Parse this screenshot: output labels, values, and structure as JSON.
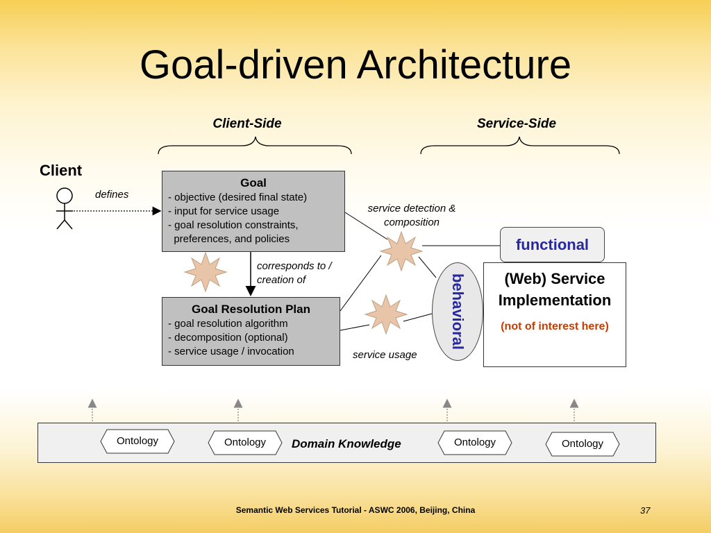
{
  "title": "Goal-driven Architecture",
  "client_side_label": "Client-Side",
  "service_side_label": "Service-Side",
  "client_label": "Client",
  "defines_label": "defines",
  "goal_box": {
    "heading": "Goal",
    "lines": [
      "- objective (desired final state)",
      "- input for service usage",
      "- goal resolution constraints,",
      "  preferences, and policies"
    ]
  },
  "corresponds_label": [
    "corresponds to /",
    "creation of"
  ],
  "plan_box": {
    "heading": "Goal Resolution Plan",
    "lines": [
      "- goal resolution algorithm",
      "- decomposition (optional)",
      "- service usage / invocation"
    ]
  },
  "service_detection_label": [
    "service detection &",
    "composition"
  ],
  "service_usage_label": "service usage",
  "functional_label": "functional",
  "behavioral_label": "behavioral",
  "web_service": {
    "title_lines": [
      "(Web) Service",
      "Implementation"
    ],
    "note": "(not of interest here)"
  },
  "domain_knowledge_label": "Domain Knowledge",
  "ontology_labels": [
    "Ontology",
    "Ontology",
    "Ontology",
    "Ontology"
  ],
  "footer": "Semantic Web Services Tutorial - ASWC 2006, Beijing, China",
  "page_number": "37",
  "colors": {
    "box_fill": "#c0c0c0",
    "star_fill": "#e8c4a8",
    "blue_text": "#2828a0",
    "note_red": "#c83c00"
  }
}
